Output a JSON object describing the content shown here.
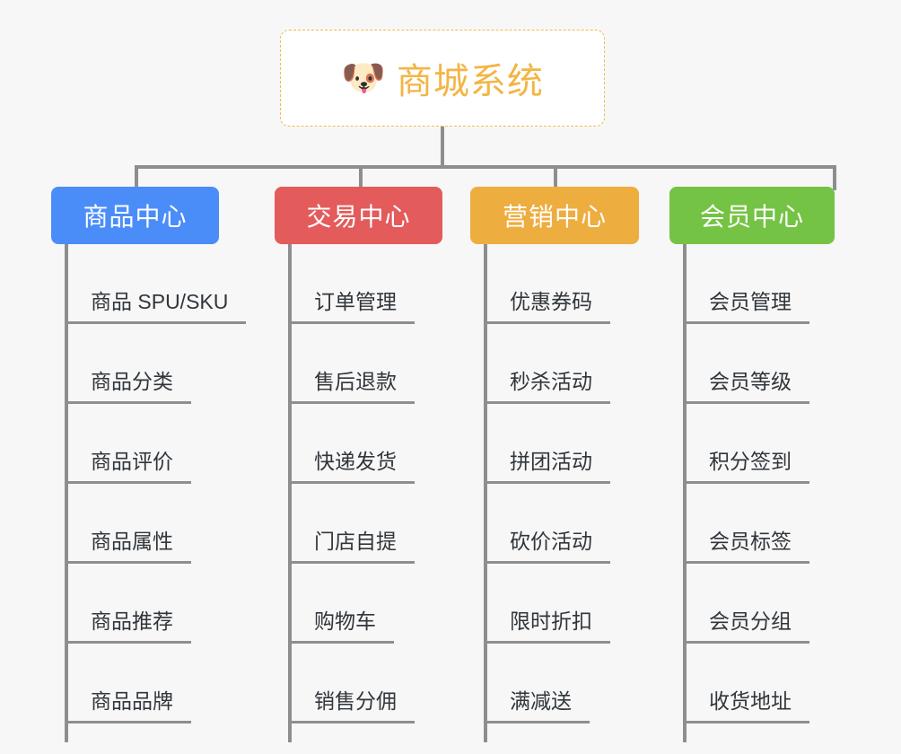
{
  "root": {
    "label": "商城系统",
    "icon": "shiba-dog-icon",
    "icon_glyph": "🐶",
    "border_color": "#f0b952",
    "text_color": "#f3b544",
    "background": "#ffffff"
  },
  "canvas": {
    "background": "#f7f7f7",
    "connector_color": "#8e8e8e"
  },
  "columns": [
    {
      "title": "商品中心",
      "color": "#4b8df8",
      "items": [
        "商品 SPU/SKU",
        "商品分类",
        "商品评价",
        "商品属性",
        "商品推荐",
        "商品品牌"
      ]
    },
    {
      "title": "交易中心",
      "color": "#e35b5b",
      "items": [
        "订单管理",
        "售后退款",
        "快递发货",
        "门店自提",
        "购物车",
        "销售分佣"
      ]
    },
    {
      "title": "营销中心",
      "color": "#eead3f",
      "items": [
        "优惠券码",
        "秒杀活动",
        "拼团活动",
        "砍价活动",
        "限时折扣",
        "满减送"
      ]
    },
    {
      "title": "会员中心",
      "color": "#75c344",
      "items": [
        "会员管理",
        "会员等级",
        "积分签到",
        "会员标签",
        "会员分组",
        "收货地址"
      ]
    }
  ]
}
